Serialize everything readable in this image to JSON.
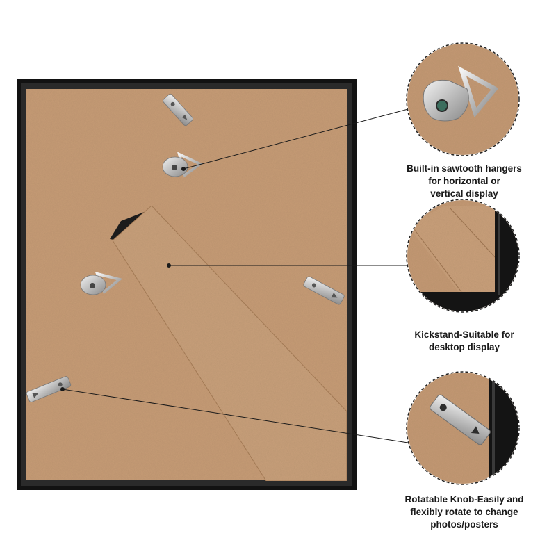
{
  "colors": {
    "frame": "#121212",
    "backing": "#c79c77",
    "kickstand": "#c9a07c",
    "hanger_metal": "#bfbfbf",
    "leader_line": "#1a1a1a"
  },
  "callouts": [
    {
      "id": "sawtooth-hangers",
      "lines": [
        "Built-in sawtooth hangers",
        "for horizontal or",
        "vertical display"
      ],
      "icon": "sawtooth-hanger-closeup"
    },
    {
      "id": "kickstand",
      "lines": [
        "Kickstand-Suitable for",
        "desktop  display"
      ],
      "icon": "kickstand-closeup"
    },
    {
      "id": "rotatable-knob",
      "lines": [
        "Rotatable Knob-Easily and",
        "flexibly rotate to change",
        "photos/posters"
      ],
      "icon": "rotatable-clip-closeup"
    }
  ]
}
